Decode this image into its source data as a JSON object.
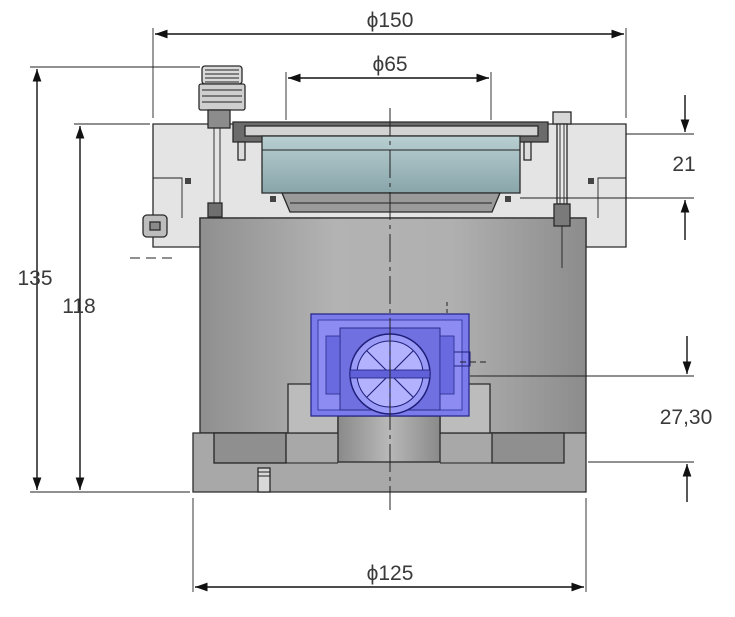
{
  "dimensions": {
    "top_diameter": "ϕ150",
    "inner_diameter": "ϕ65",
    "bottom_diameter": "ϕ125",
    "overall_height": "135",
    "body_height": "118",
    "window_height": "21",
    "base_height": "27,30"
  },
  "colors": {
    "body": "#a7a7a7",
    "top_flange": "#e3e3e3",
    "window_glass": "#9fb8bc",
    "sensor": "#7d7de8",
    "dim_line": "#111111"
  }
}
